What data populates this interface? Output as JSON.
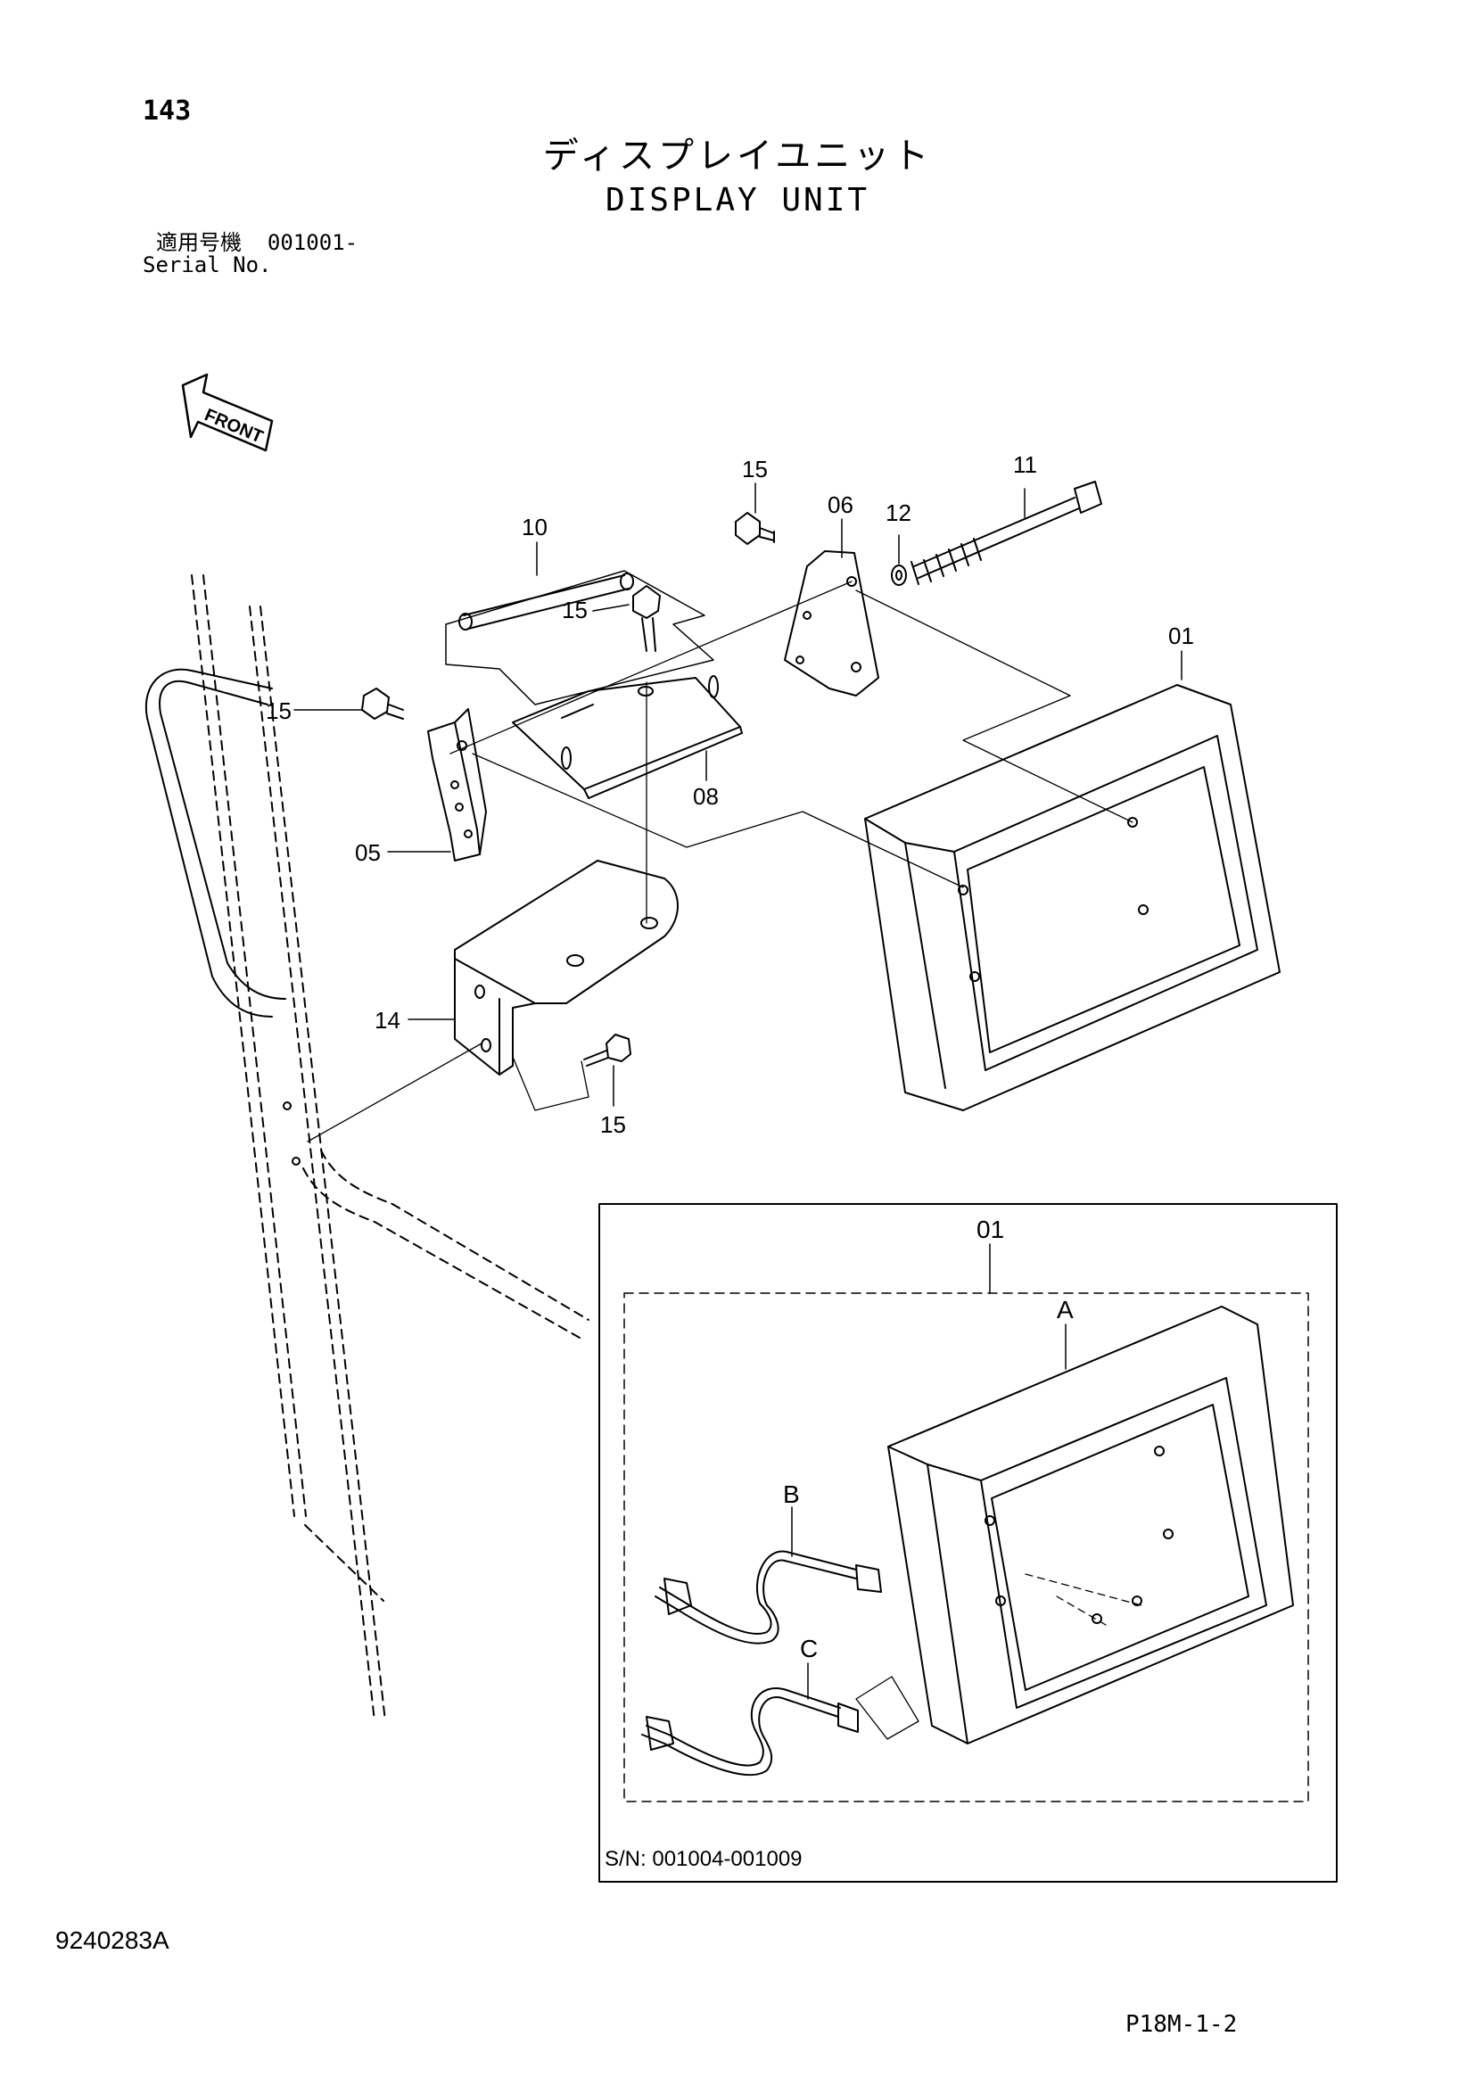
{
  "header": {
    "page_number": "143",
    "title_jp": "ディスプレイユニット",
    "title_en": "DISPLAY UNIT",
    "serial_label_jp": "適用号機",
    "serial_value": "001001-",
    "serial_label_en": "Serial No."
  },
  "diagram": {
    "front_label": "FRONT",
    "callouts": {
      "p15a": "15",
      "p11": "11",
      "p06": "06",
      "p12": "12",
      "p10": "10",
      "p15b": "15",
      "p01": "01",
      "p15c": "15",
      "p08": "08",
      "p05": "05",
      "p14": "14",
      "p15d": "15"
    },
    "inset": {
      "callout_01": "01",
      "callout_A": "A",
      "callout_B": "B",
      "callout_C": "C",
      "serial_range": "S/N: 001004-001009"
    }
  },
  "footer": {
    "drawing_number": "9240283A",
    "sheet_code": "P18M-1-2"
  }
}
